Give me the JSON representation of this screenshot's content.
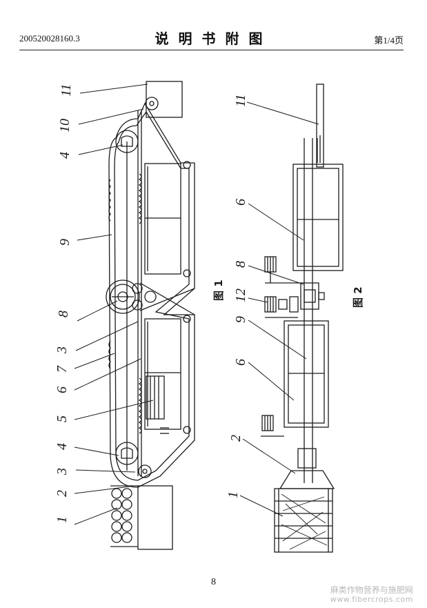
{
  "header": {
    "doc_number": "200520028160.3",
    "title": "说明书附图",
    "page_info": "第1/4页"
  },
  "figure1": {
    "caption": "图 1",
    "labels": {
      "l1": "1",
      "l2": "2",
      "l3a": "3",
      "l4a": "4",
      "l5": "5",
      "l6": "6",
      "l7": "7",
      "l3b": "3",
      "l8": "8",
      "l9": "9",
      "l4b": "4",
      "l10": "10",
      "l11": "11"
    }
  },
  "figure2": {
    "caption": "图 2",
    "labels": {
      "l11": "11",
      "l6a": "6",
      "l8": "8",
      "l12": "12",
      "l9": "9",
      "l6b": "6",
      "l2": "2",
      "l1": "1"
    }
  },
  "footer": {
    "page_number": "8"
  },
  "watermark": {
    "line1": "麻类作物营养与施肥网",
    "line2": "www.fibercrops.com"
  }
}
